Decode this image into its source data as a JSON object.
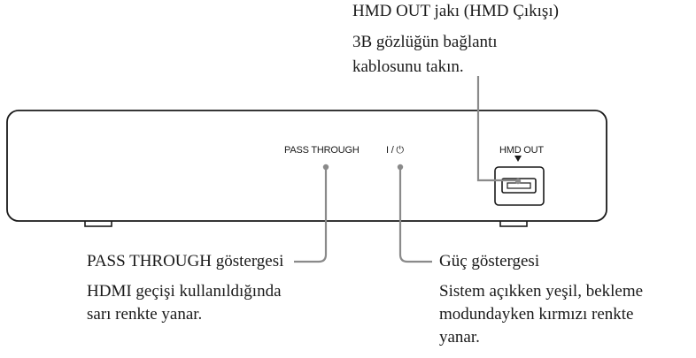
{
  "hmd_callout": {
    "title": "HMD OUT jakı (HMD Çıkışı)",
    "lines": [
      "3B gözlüğün bağlantı",
      "kablosunu takın."
    ]
  },
  "device": {
    "pass_through_label": "PASS THROUGH",
    "power_label": "I / ⏻",
    "hmd_out_label": "HMD OUT"
  },
  "pass_through_callout": {
    "title": "PASS THROUGH göstergesi",
    "lines": [
      "HDMI geçişi kullanıldığında",
      "sarı renkte yanar."
    ]
  },
  "power_callout": {
    "title": "Güç göstergesi",
    "lines": [
      "Sistem açıkken yeşil, bekleme",
      "modundayken kırmızı renkte",
      "yanar."
    ]
  }
}
